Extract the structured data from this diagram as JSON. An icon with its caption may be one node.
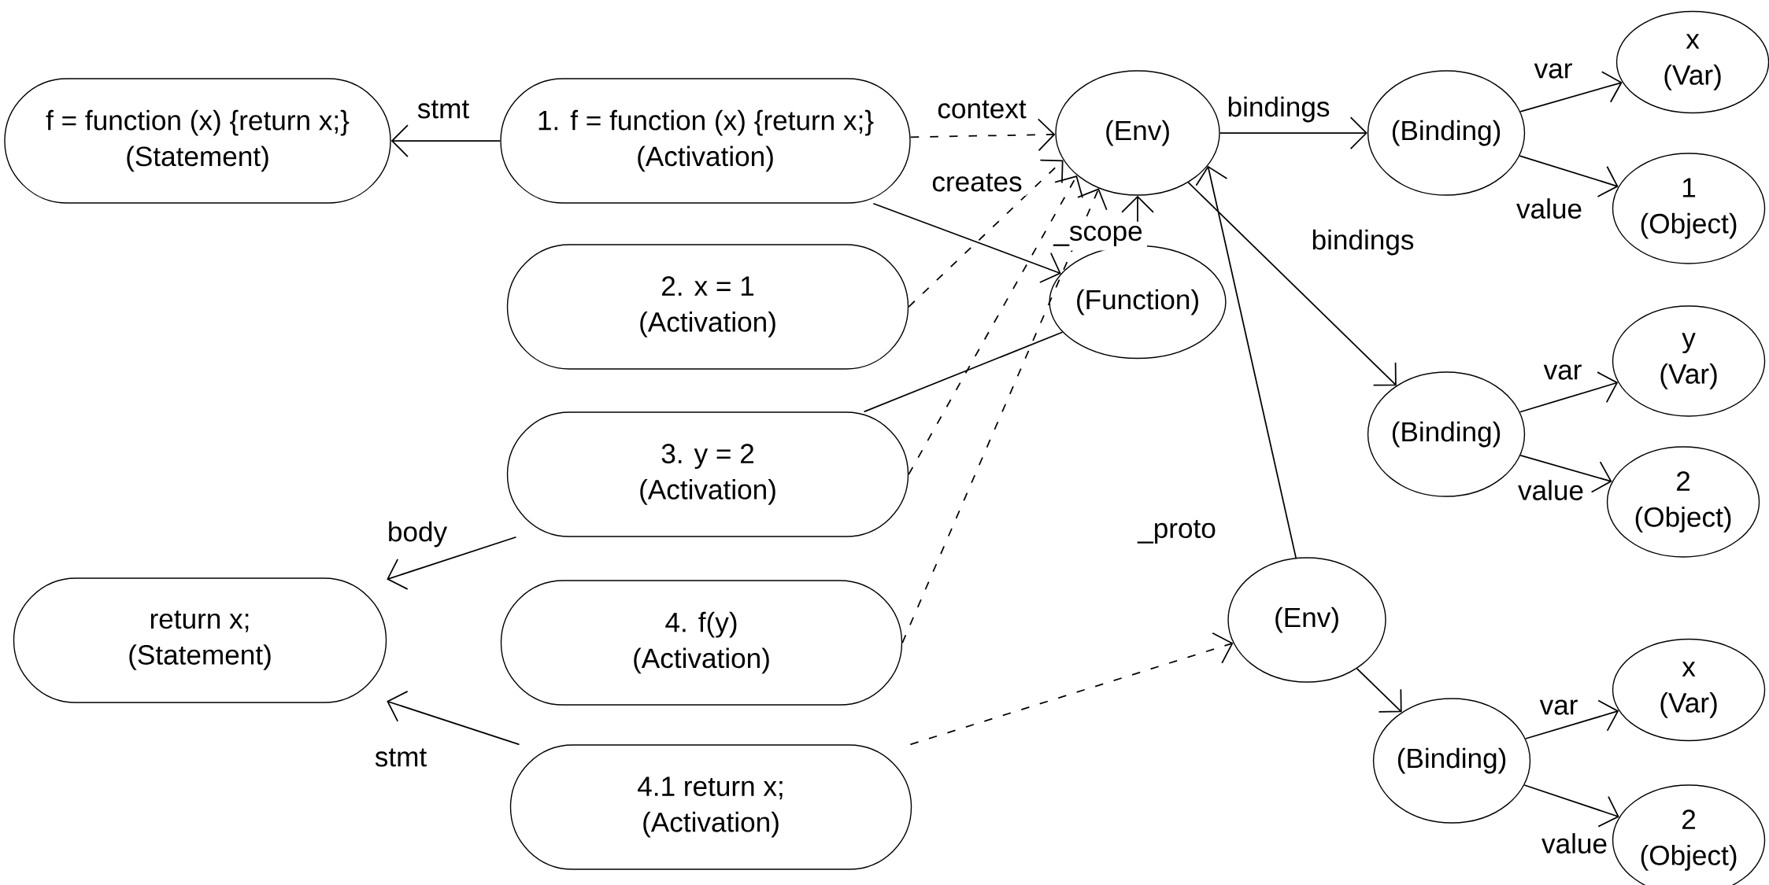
{
  "diagram": {
    "nodes": [
      {
        "text": [
          "f = function (x) {return x;}",
          "(Statement)"
        ]
      },
      {
        "text": [
          "1. f = function (x) {return x;}",
          "(Activation)"
        ]
      },
      {
        "text": [
          "2. x = 1",
          "(Activation)"
        ]
      },
      {
        "text": [
          "3. y = 2",
          "(Activation)"
        ]
      },
      {
        "text": [
          "4. f(y)",
          "(Activation)"
        ]
      },
      {
        "text": [
          "4.1 return x;",
          "(Activation)"
        ]
      },
      {
        "text": [
          "return x;",
          "(Statement)"
        ]
      },
      {
        "text": [
          "(Env)"
        ]
      },
      {
        "text": [
          "(Function)"
        ]
      },
      {
        "text": [
          "(Env)"
        ]
      },
      {
        "text": [
          "(Binding)"
        ]
      },
      {
        "text": [
          "x",
          "(Var)"
        ]
      },
      {
        "text": [
          "1",
          "(Object)"
        ]
      },
      {
        "text": [
          "(Binding)"
        ]
      },
      {
        "text": [
          "y",
          "(Var)"
        ]
      },
      {
        "text": [
          "2",
          "(Object)"
        ]
      },
      {
        "text": [
          "(Binding)"
        ]
      },
      {
        "text": [
          "x",
          "(Var)"
        ]
      },
      {
        "text": [
          "2",
          "(Object)"
        ]
      }
    ],
    "edges": [
      {
        "from": 1,
        "to": 0,
        "arrow": "to",
        "label": "stmt"
      },
      {
        "from": 1,
        "to": 7,
        "arrow": "to",
        "label": "context",
        "style": "dashed"
      },
      {
        "from": 1,
        "to": 8,
        "arrow": "to",
        "label": "creates"
      },
      {
        "from": 2,
        "to": 7,
        "arrow": "to",
        "style": "dashed"
      },
      {
        "from": 3,
        "to": 7,
        "arrow": "to",
        "style": "dashed"
      },
      {
        "from": 4,
        "to": 7,
        "arrow": "to",
        "style": "dashed"
      },
      {
        "from": 8,
        "to": 3,
        "arrow": "none"
      },
      {
        "from": 3,
        "to": 6,
        "arrow": "to",
        "label": "body"
      },
      {
        "from": 5,
        "to": 6,
        "arrow": "to",
        "label": "stmt"
      },
      {
        "from": 5,
        "to": 9,
        "arrow": "to",
        "style": "dashed"
      },
      {
        "from": 8,
        "to": 7,
        "arrow": "to",
        "label": "_scope"
      },
      {
        "from": 9,
        "to": 7,
        "arrow": "to",
        "label": "_proto"
      },
      {
        "from": 7,
        "to": 10,
        "arrow": "to",
        "label": "bindings"
      },
      {
        "from": 7,
        "to": 13,
        "arrow": "to",
        "label": "bindings"
      },
      {
        "from": 10,
        "to": 11,
        "arrow": "to",
        "label": "var"
      },
      {
        "from": 10,
        "to": 12,
        "arrow": "to",
        "label": "value"
      },
      {
        "from": 13,
        "to": 14,
        "arrow": "to",
        "label": "var"
      },
      {
        "from": 13,
        "to": 15,
        "arrow": "to",
        "label": "value"
      },
      {
        "from": 9,
        "to": 16,
        "arrow": "to"
      },
      {
        "from": 16,
        "to": 17,
        "arrow": "to",
        "label": "var"
      },
      {
        "from": 16,
        "to": 18,
        "arrow": "to",
        "label": "value"
      }
    ]
  }
}
